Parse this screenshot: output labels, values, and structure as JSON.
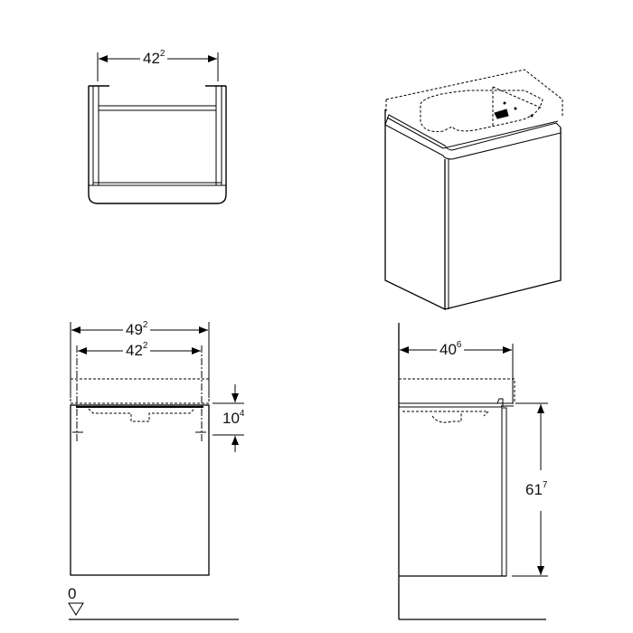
{
  "views": {
    "top": {
      "width_dim": {
        "main": "42",
        "sup": "2"
      }
    },
    "isometric": {},
    "front": {
      "outer_width_dim": {
        "main": "49",
        "sup": "2"
      },
      "inner_width_dim": {
        "main": "42",
        "sup": "2"
      },
      "offset_dim": {
        "main": "10",
        "sup": "4"
      },
      "floor_level": "0"
    },
    "side": {
      "depth_dim": {
        "main": "40",
        "sup": "6"
      },
      "height_dim": {
        "main": "61",
        "sup": "7"
      }
    }
  }
}
